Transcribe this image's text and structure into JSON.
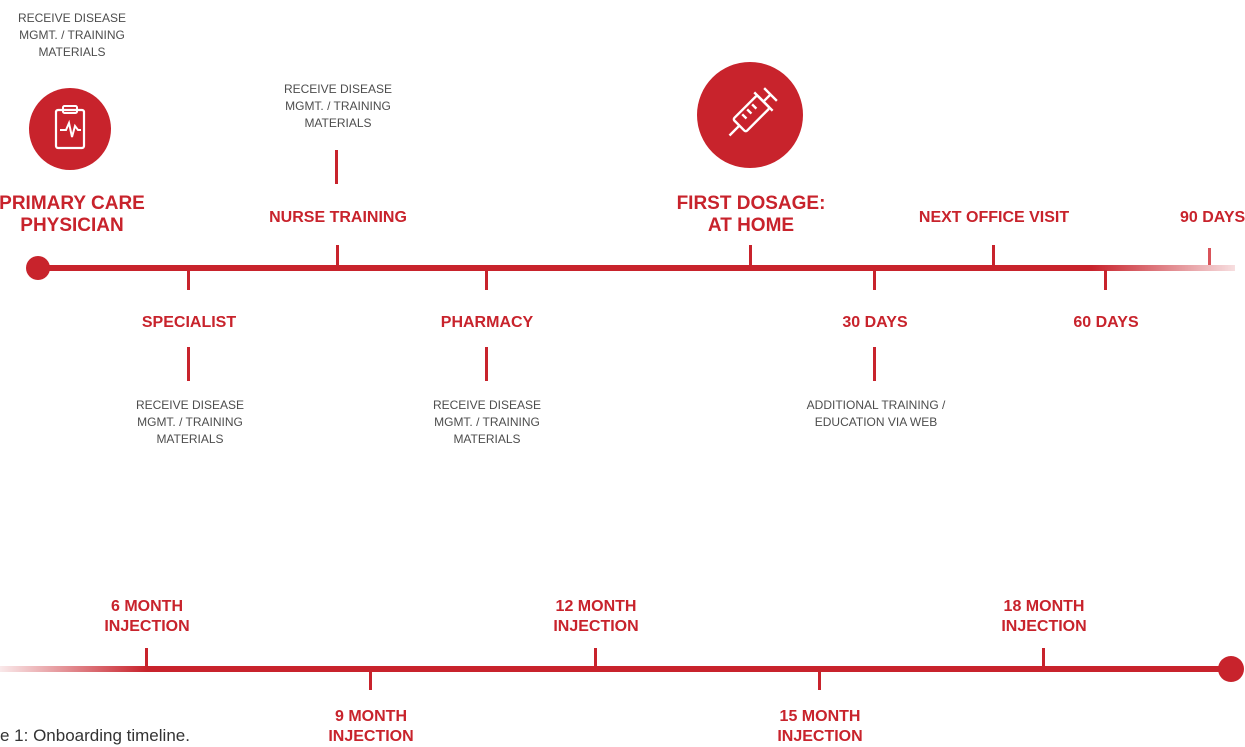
{
  "materials_note": "RECEIVE DISEASE MGMT. / TRAINING MATERIALS",
  "additional_note": "ADDITIONAL TRAINING / EDUCATION VIA WEB",
  "caption": "e 1: Onboarding timeline.",
  "colors": {
    "accent": "#c8232c",
    "note_text": "#4d4d4d"
  },
  "icons": {
    "primary_care": "clipboard-heartbeat-icon",
    "first_dosage": "syringe-icon"
  },
  "top_timeline": {
    "above": [
      {
        "line1": "PRIMARY CARE",
        "line2": "PHYSICIAN"
      },
      {
        "line1": "NURSE TRAINING"
      },
      {
        "line1": "FIRST DOSAGE:",
        "line2": "AT HOME"
      },
      {
        "line1": "NEXT OFFICE VISIT"
      },
      {
        "line1": "90 DAYS"
      }
    ],
    "below": [
      {
        "line1": "SPECIALIST"
      },
      {
        "line1": "PHARMACY"
      },
      {
        "line1": "30 DAYS"
      },
      {
        "line1": "60 DAYS"
      }
    ]
  },
  "bottom_timeline": {
    "above": [
      {
        "line1": "6 MONTH",
        "line2": "INJECTION"
      },
      {
        "line1": "12 MONTH",
        "line2": "INJECTION"
      },
      {
        "line1": "18 MONTH",
        "line2": "INJECTION"
      }
    ],
    "below": [
      {
        "line1": "9 MONTH",
        "line2": "INJECTION"
      },
      {
        "line1": "15 MONTH",
        "line2": "INJECTION"
      }
    ]
  }
}
